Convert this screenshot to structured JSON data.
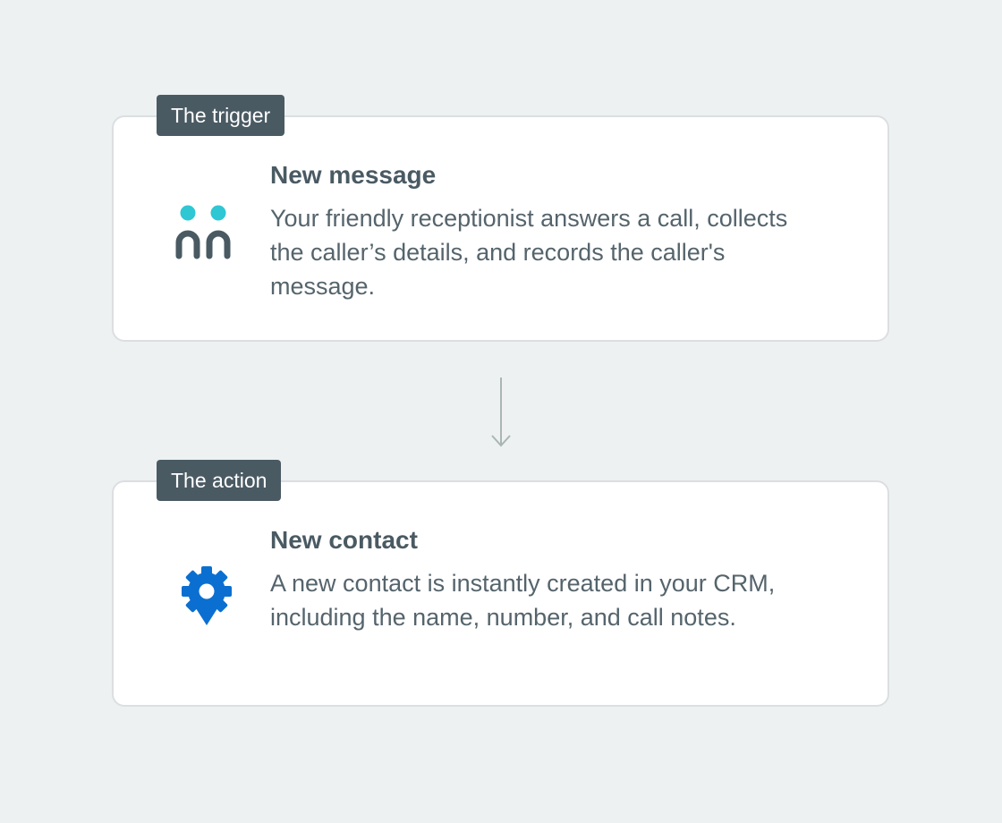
{
  "trigger": {
    "tag": "The trigger",
    "title": "New message",
    "description": "Your friendly receptionist answers a call, collects the caller’s details, and records the caller's message.",
    "icon": "receptionists-icon",
    "icon_colors": {
      "accent": "#2ec7d3",
      "body": "#4a5a63"
    }
  },
  "action": {
    "tag": "The action",
    "title": "New contact",
    "description": "A new contact is instantly created in your CRM, including the name, number, and call notes.",
    "icon": "gear-location-pin-icon",
    "icon_colors": {
      "primary": "#0b6fd1"
    }
  },
  "connector": {
    "icon": "arrow-down-icon",
    "color": "#a9b6b3"
  },
  "colors": {
    "background": "#eef1f2",
    "card": "#ffffff",
    "card_border": "#dbdfe2",
    "tag_background": "#4a5a63",
    "tag_text": "#ffffff",
    "title_text": "#4a5a63",
    "body_text": "#55646c"
  }
}
